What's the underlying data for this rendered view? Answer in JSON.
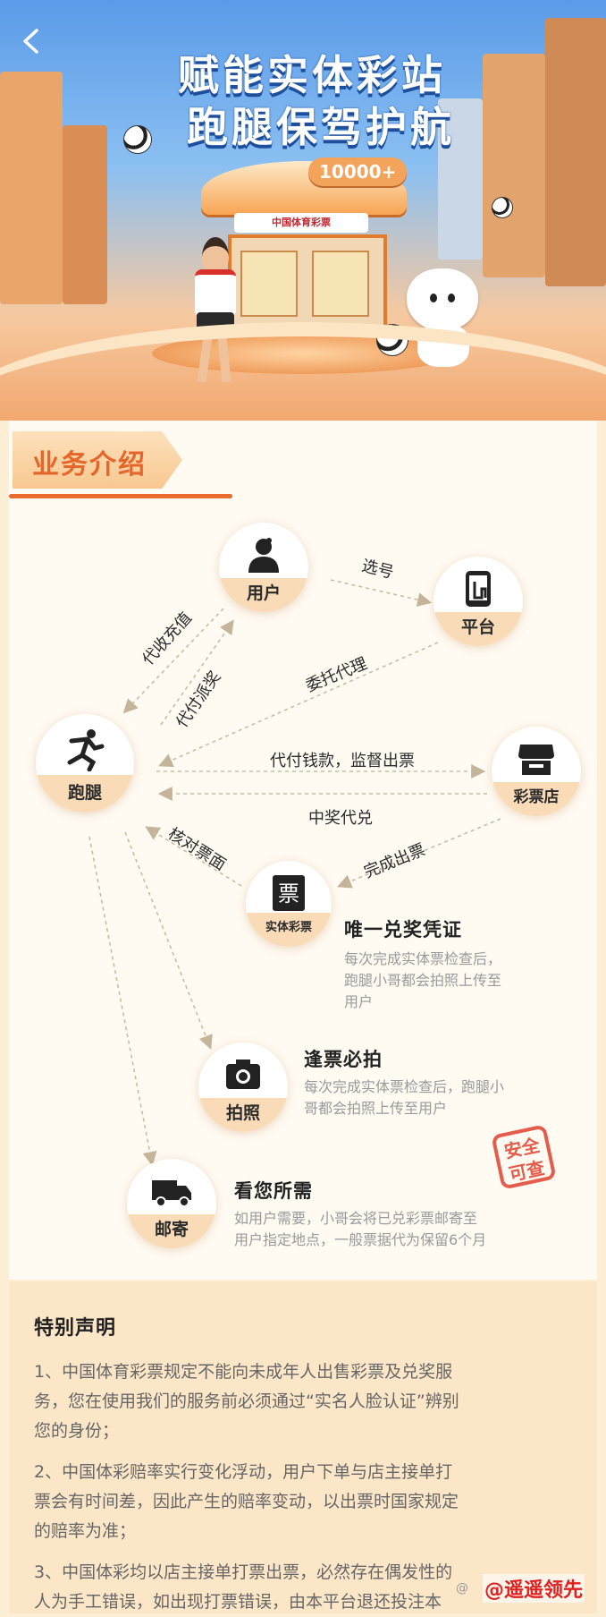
{
  "hero": {
    "title_line1": "赋能实体彩站",
    "title_line2": "跑腿保驾护航",
    "kiosk_badge": "10000+",
    "kiosk_sign": "中国体育彩票"
  },
  "section": {
    "heading": "业务介绍"
  },
  "flow": {
    "nodes": {
      "user": "用户",
      "platform": "平台",
      "runner": "跑腿",
      "store": "彩票店",
      "ticket": "实体彩票",
      "ticket_glyph": "票",
      "photo": "拍照",
      "mail": "邮寄"
    },
    "edges": {
      "select": "选号",
      "collect_recharge": "代收充值",
      "pay_prize": "代付派奖",
      "entrust": "委托代理",
      "pay_supervise": "代付钱款，监督出票",
      "win_redeem": "中奖代兑",
      "check_ticket": "核对票面",
      "issue_ticket": "完成出票"
    }
  },
  "features": {
    "voucher": {
      "title": "唯一兑奖凭证",
      "desc_line1": "每次完成实体票检查后，",
      "desc_line2": "跑腿小哥都会拍照上传至",
      "desc_line3": "用户"
    },
    "photo": {
      "title": "逢票必拍",
      "desc_line1": "每次完成实体票检查后，跑腿小",
      "desc_line2": "哥都会拍照上传至用户"
    },
    "mail": {
      "title": "看您所需",
      "desc_line1": "如用户需要，小哥会将已兑彩票邮寄至",
      "desc_line2": "用户指定地点，一般票据代为保留6个月"
    }
  },
  "stamp": {
    "line1": "安全",
    "line2": "可查"
  },
  "notice": {
    "title": "特别声明",
    "item1_line1": "1、中国体育彩票规定不能向未成年人出售彩票及兑奖服",
    "item1_line2": "务，您在使用我们的服务前必须通过“实名人脸认证”辨别",
    "item1_line3": "您的身份；",
    "item2_line1": "2、中国体彩赔率实行变化浮动，用户下单与店主接单打",
    "item2_line2": "票会有时间差，因此产生的赔率变动，以出票时国家规定",
    "item2_line3": "的赔率为准；",
    "item3_line1": "3、中国体彩均以店主接单打票出票，必然存在偶发性的",
    "item3_line2": "人为手工错误，如出现打票错误，由本平台退还投注本"
  },
  "watermark": {
    "small": "@",
    "red": "@遥遥领先"
  },
  "colors": {
    "accent": "#e96a2c",
    "label_bg": "#f9dcb7",
    "panel_bg": "#fffaf2",
    "notice_bg": "#fbe6c8"
  }
}
